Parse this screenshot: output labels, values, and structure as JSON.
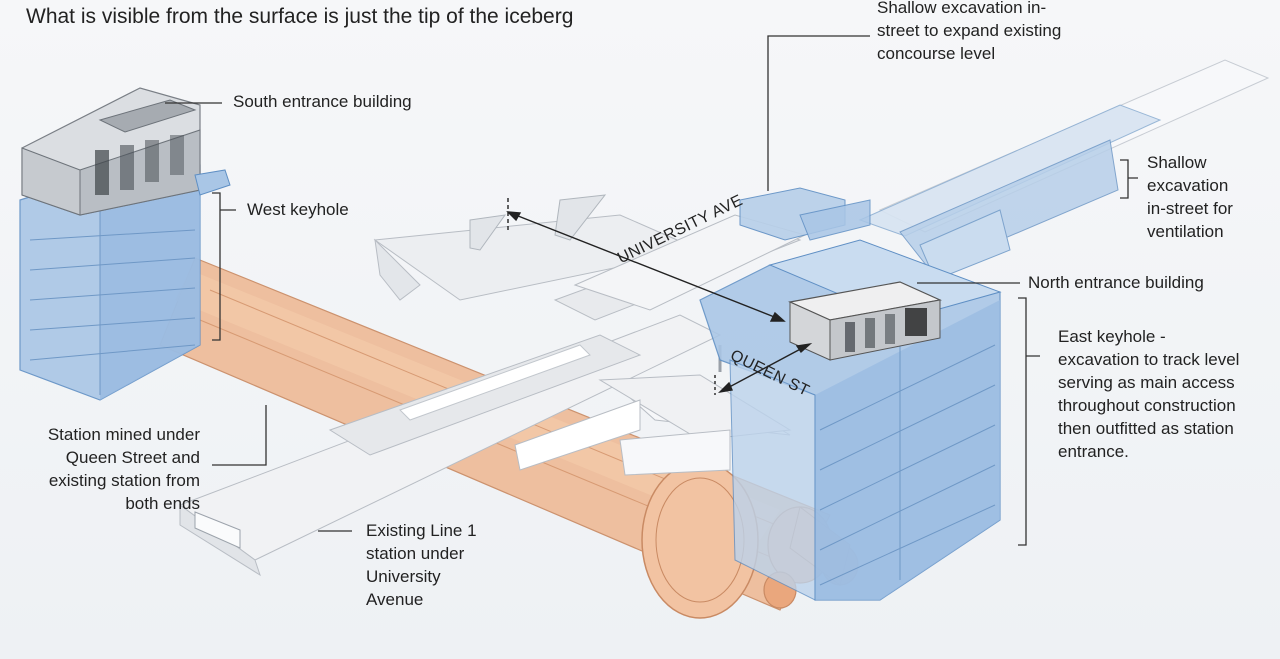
{
  "heading": "What is visible from the surface is just the tip of the iceberg",
  "labels": {
    "south_entrance": "South entrance building",
    "west_keyhole": "West keyhole",
    "shallow_concourse": [
      "Shallow excavation in-",
      "street to expand existing",
      "concourse level"
    ],
    "shallow_ventilation": [
      "Shallow",
      "excavation",
      "in-street for",
      "ventilation"
    ],
    "north_entrance": "North entrance building",
    "east_keyhole": [
      "East keyhole -",
      "excavation to track level",
      "serving as main access",
      "throughout construction",
      "then outfitted as station",
      "entrance."
    ],
    "station_mined": [
      "Station mined under",
      "Queen Street and",
      "existing station from",
      "both ends"
    ],
    "existing_line": [
      "Existing Line 1",
      "station under",
      "University",
      "Avenue"
    ]
  },
  "streets": {
    "university_ave": "UNIVERSITY AVE",
    "queen_st": "QUEEN ST"
  },
  "colors": {
    "keyhole_blue": "#a9c6e6",
    "keyhole_edge": "#5f8fc4",
    "tunnel_orange": "#eebb98",
    "tunnel_edge": "#c98a63",
    "existing_grey": "#e9ebee"
  }
}
